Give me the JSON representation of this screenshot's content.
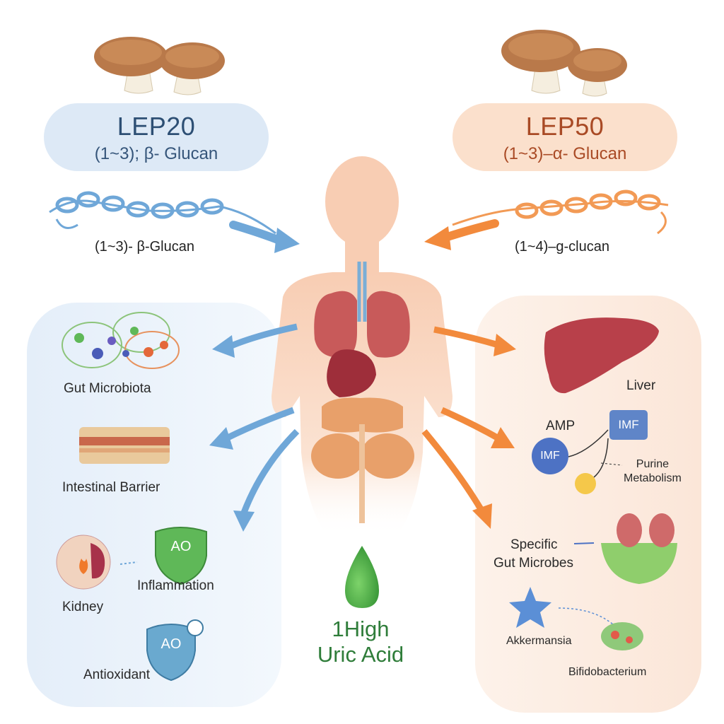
{
  "left": {
    "title": "LEP20",
    "subtitle": "(1~3); β- Glucan",
    "chain_label": "(1~3)- β-Glucan",
    "items": {
      "gut": "Gut Microbiota",
      "barrier": "Intestinal Barrier",
      "kidney": "Kidney",
      "inflammation": "Inflammation",
      "antioxidant": "Antioxidant",
      "shield1": "AO",
      "shield2": "AO"
    }
  },
  "right": {
    "title": "LEP50",
    "subtitle": "(1~3)–α- Glucan",
    "chain_label": "(1~4)–ɡ-clucan",
    "items": {
      "liver": "Liver",
      "amp": "AMP",
      "imf_square": "IMF",
      "imf_circle": "IMF",
      "purine": "Purine\nMetabolism",
      "specific_line1": "Specific",
      "specific_line2": "Gut Microbes",
      "akkermansia": "Akkermansia",
      "bifido": "Bifidobacterium"
    }
  },
  "center": {
    "uric_line1": "1High",
    "uric_line2": "Uric Acid"
  },
  "colors": {
    "blue_accent": "#5b9bd5",
    "orange_accent": "#f28a3c",
    "green_drop": "#4caf50",
    "body": "#fbd9c4"
  }
}
